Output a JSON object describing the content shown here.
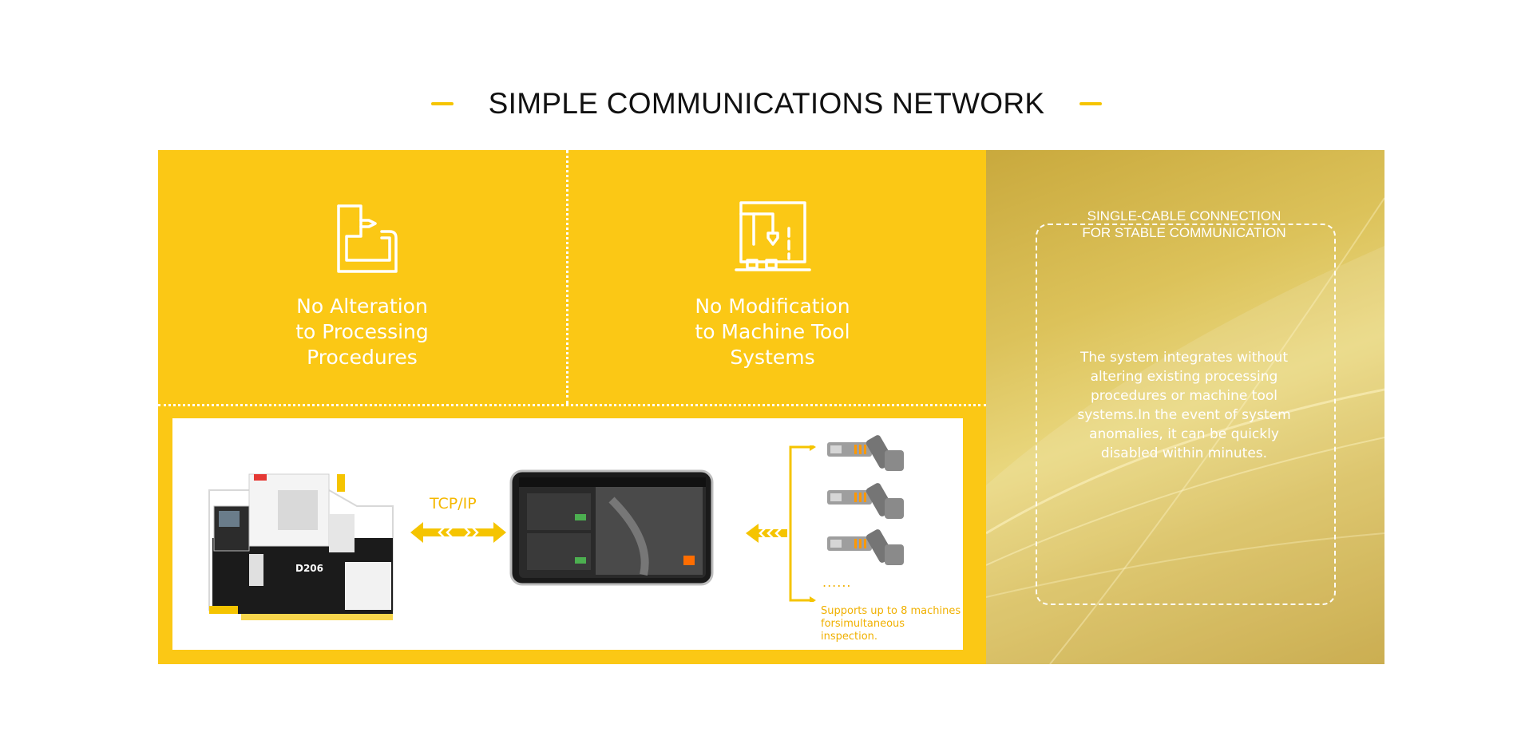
{
  "header": {
    "title": "SIMPLE COMMUNICATIONS NETWORK"
  },
  "features": [
    {
      "label": "No Alteration\nto Processing\nProcedures",
      "icon": "drill-icon"
    },
    {
      "label": "No Modification\nto Machine Tool\nSystems",
      "icon": "machine-tool-icon"
    }
  ],
  "diagram": {
    "protocol": "TCP/IP",
    "machine_model": "D206",
    "more_indicator": "......",
    "support_note": "Supports up to 8 machines\nforsimultaneous inspection."
  },
  "connection": {
    "title": "SINGLE-CABLE CONNECTION\nFOR STABLE COMMUNICATION",
    "description": "The system integrates without altering existing processing procedures or machine tool systems.In the event of system anomalies, it can be quickly disabled within minutes."
  },
  "colors": {
    "accent": "#fbc815",
    "gold": "#d4b84f",
    "text": "#111111"
  }
}
